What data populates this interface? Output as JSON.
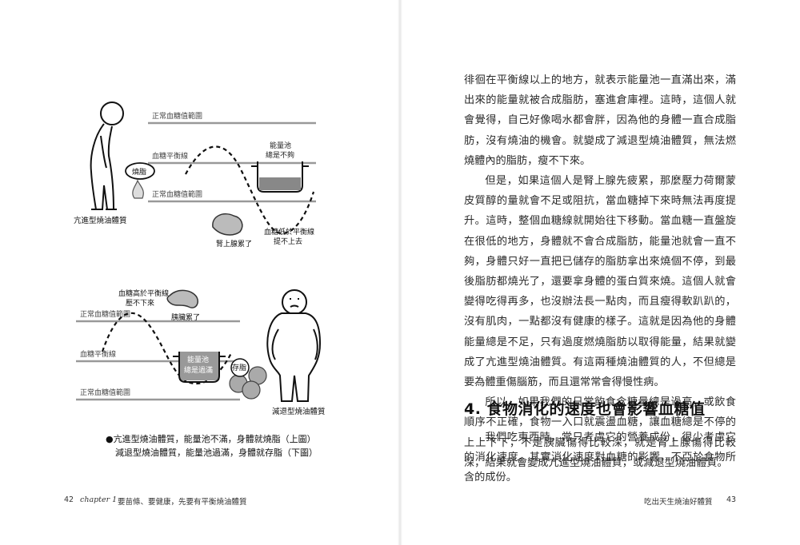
{
  "left_page": {
    "figure_top": {
      "label_normal_upper": "正常血糖值範圍",
      "label_balance": "血糖平衡線",
      "label_normal_lower": "正常血糖值範圍",
      "label_fat_burn": "燒脂",
      "label_energy_pool": [
        "能量池",
        "總是不夠"
      ],
      "label_adrenal": "腎上腺累了",
      "label_sugar_low": [
        "血糖低於平衡線",
        "提不上去"
      ],
      "label_person": "亢進型燒油體質"
    },
    "figure_bottom": {
      "label_sugar_high": [
        "血糖高於平衡線",
        "壓不下來"
      ],
      "label_pancreas": "胰臟累了",
      "label_normal_upper": "正常血糖值範圍",
      "label_balance": "血糖平衡線",
      "label_energy_pool": [
        "能量池",
        "總是過滿"
      ],
      "label_store_fat": "存脂",
      "label_normal_lower": "正常血糖值範圍",
      "label_person": "減退型燒油體質"
    },
    "caption": {
      "line1": "●亢進型燒油體質，能量池不滿，身體就燒脂（上圖）",
      "line2": "減退型燒油體質，能量池過滿，身體就存脂（下圖）"
    },
    "footer": {
      "page_number": "42",
      "chapter": "chapter 1",
      "title": "要苗條、要健康，先要有平衡燒油體質"
    }
  },
  "right_page": {
    "paragraphs": [
      "徘徊在平衡線以上的地方，就表示能量池一直滿出來，滿出來的能量就被合成脂肪，塞進倉庫裡。這時，這個人就會覺得，自己好像喝水都會胖，因為他的身體一直合成脂肪，沒有燒油的機會。就變成了減退型燒油體質，無法燃燒體內的脂肪，瘦不下來。",
      "但是，如果這個人是腎上腺先疲累，那麼壓力荷爾蒙皮質醇的量就會不足或阻抗，當血糖掉下來時無法再度提升。這時，整個血糖線就開始往下移動。當血糖一直盤旋在很低的地方，身體就不會合成脂肪，能量池就會一直不夠，身體只好一直把已儲存的脂肪拿出來燒個不停，到最後脂肪都燒光了，還要拿身體的蛋白質來燒。這個人就會變得吃得再多，也沒辦法長一點肉，而且瘦得軟趴趴的，沒有肌肉，一點都沒有健康的樣子。這就是因為他的身體能量總是不足，只有過度燃燒脂肪以取得能量，結果就變成了亢進型燒油體質。有這兩種燒油體質的人，不但總是要為體重傷腦筋，而且還常常會得慢性病。",
      "所以，如果我們的日常飲食含糖量總是過高，或飲食順序不正確，食物一入口就震盪血糖，讓血糖總是不停的上上下下，不是胰臟傷得比較深，就是腎上腺傷得比較深，結果就會變成亢進型燒油體質，或減退型燒油體質。"
    ],
    "section_heading": "4. 食物消化的速度也會影響血糖值",
    "section_paragraph": "我們吃東西時，常只考慮它的營養成份，很少考慮它的消化速度。其實消化速度對血糖的影響，不亞於食物所含的成份。",
    "footer": {
      "title": "吃出天生燒油好體質",
      "page_number": "43"
    }
  }
}
